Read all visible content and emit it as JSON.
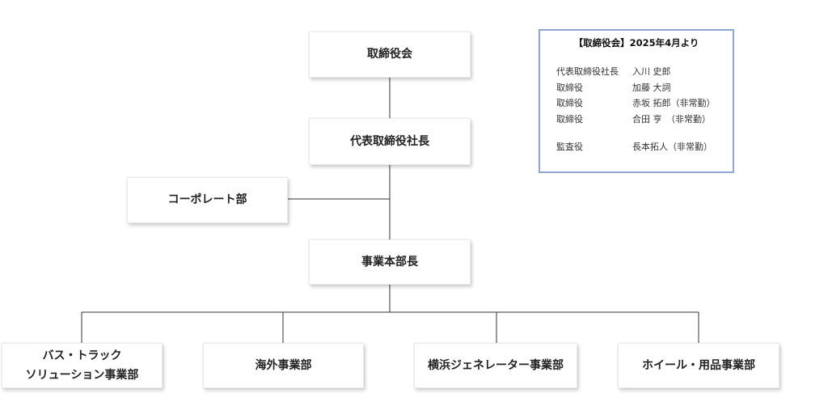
{
  "org_chart": {
    "board": "取締役会",
    "president": "代表取締役社長",
    "corporate": "コーポレート部",
    "business_head": "事業本部長",
    "divisions": [
      {
        "line1": "バス・トラック",
        "line2": "ソリューション事業部"
      },
      {
        "line1": "海外事業部"
      },
      {
        "line1": "横浜ジェネレーター事業部"
      },
      {
        "line1": "ホイール・用品事業部"
      }
    ]
  },
  "board_panel": {
    "title": "【取締役会】2025年4月より",
    "members": [
      {
        "role": "代表取締役社長",
        "name": "入川 史郎"
      },
      {
        "role": "取締役",
        "name": "加藤 大詞"
      },
      {
        "role": "取締役",
        "name": "赤坂 拓郎（非常勤）"
      },
      {
        "role": "取締役",
        "name": "合田 亨　（非常勤）"
      },
      {
        "role": "監査役",
        "name": "長本拓人（非常勤）"
      }
    ]
  },
  "colors": {
    "panel_border": "#8ea6d4",
    "connector": "#333333"
  }
}
